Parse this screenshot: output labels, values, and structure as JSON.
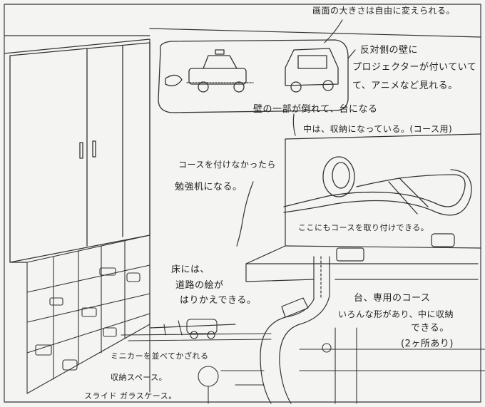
{
  "notes": {
    "screen_size": "画面の大きさは自由に変えられる。",
    "projector_1": "反対側の壁に",
    "projector_2": "プロジェクターが付いていて",
    "projector_3": "て、アニメなど見れる。",
    "wall_fold": "壁の一部が倒れて、台になる",
    "storage_inside": "中は、収納になっている。(コース用)",
    "desk_1": "コースを付けなかったら",
    "desk_2": "勉強机になる。",
    "course_here": "ここにもコースを取り付けできる。",
    "floor_1": "床には、",
    "floor_2": "道路の絵が",
    "floor_3": "はりかえできる。",
    "course_1": "台、専用のコース",
    "course_2": "いろんな形があり、中に収納",
    "course_3": "できる。",
    "course_4": "(2ヶ所あり)",
    "minicar_1": "ミニカーを並べてかざれる",
    "minicar_2": "収納スペース。",
    "glass_case": "スライド ガラスケース。"
  }
}
